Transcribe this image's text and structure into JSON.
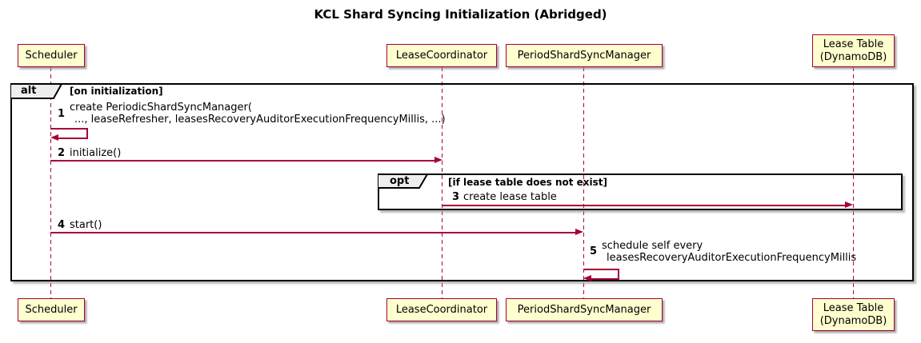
{
  "title": "KCL Shard Syncing Initialization (Abridged)",
  "colors": {
    "participant_fill": "#FEFECE",
    "participant_border": "#A80036",
    "arrow": "#A80036",
    "frame_border": "#000000",
    "frame_label_fill": "#EEEEEE",
    "text": "#000000"
  },
  "participants": [
    {
      "id": "scheduler",
      "lines": [
        "Scheduler"
      ]
    },
    {
      "id": "leasecoordinator",
      "lines": [
        "LeaseCoordinator"
      ]
    },
    {
      "id": "periodshardsyncmanager",
      "lines": [
        "PeriodShardSyncManager"
      ]
    },
    {
      "id": "leasetable",
      "lines": [
        "Lease Table",
        "(DynamoDB)"
      ]
    }
  ],
  "frames": {
    "alt": {
      "operator": "alt",
      "guard": "[on initialization]"
    },
    "opt": {
      "operator": "opt",
      "guard": "[if lease table does not exist]"
    }
  },
  "messages": [
    {
      "num": "1",
      "kind": "self",
      "from": "scheduler",
      "to": "scheduler",
      "lines": [
        "create PeriodicShardSyncManager(",
        "..., leaseRefresher, leasesRecoveryAuditorExecutionFrequencyMillis, ...)"
      ]
    },
    {
      "num": "2",
      "kind": "arrow",
      "from": "scheduler",
      "to": "leasecoordinator",
      "lines": [
        "initialize()"
      ]
    },
    {
      "num": "3",
      "kind": "arrow",
      "from": "leasecoordinator",
      "to": "leasetable",
      "lines": [
        "create lease table"
      ]
    },
    {
      "num": "4",
      "kind": "arrow",
      "from": "scheduler",
      "to": "periodshardsyncmanager",
      "lines": [
        "start()"
      ]
    },
    {
      "num": "5",
      "kind": "self",
      "from": "periodshardsyncmanager",
      "to": "periodshardsyncmanager",
      "lines": [
        "schedule self every",
        "leasesRecoveryAuditorExecutionFrequencyMillis"
      ]
    }
  ]
}
